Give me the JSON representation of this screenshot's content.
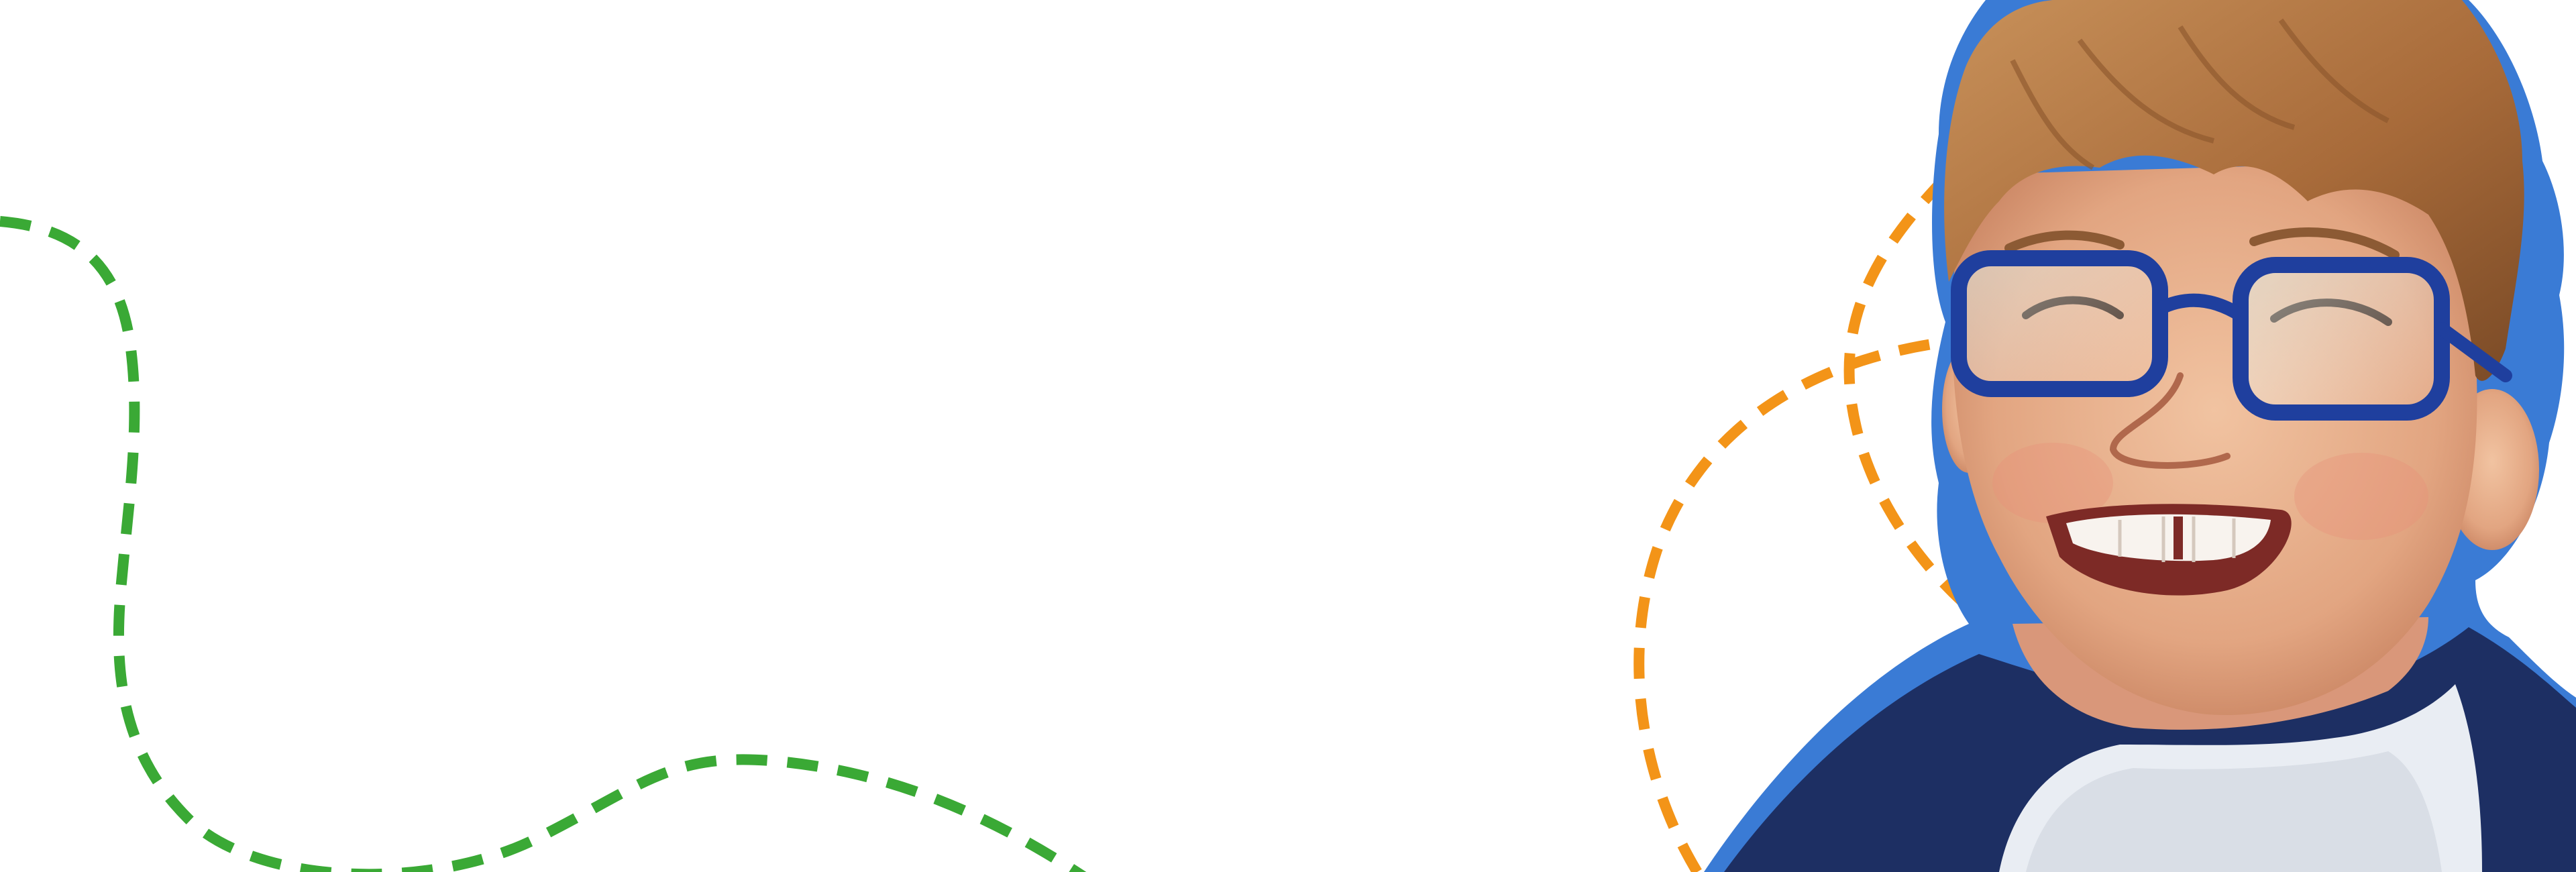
{
  "scene": {
    "description_tags": [
      "hero-banner",
      "child-portrait"
    ],
    "colors": {
      "background": "#ffffff",
      "green_dashed_line": "#3aa935",
      "orange_dashed_line": "#f39418",
      "portrait_outline": "#3a7bd5",
      "glasses_frame": "#1f3f9e",
      "shirt_navy": "#1d2f63",
      "hair": "#b57a45",
      "skin": "#e7b08e"
    },
    "icons": {
      "decor_left": "green-dashed-squiggle",
      "decor_right": "orange-dashed-loop",
      "portrait": "smiling-boy-with-glasses"
    }
  }
}
